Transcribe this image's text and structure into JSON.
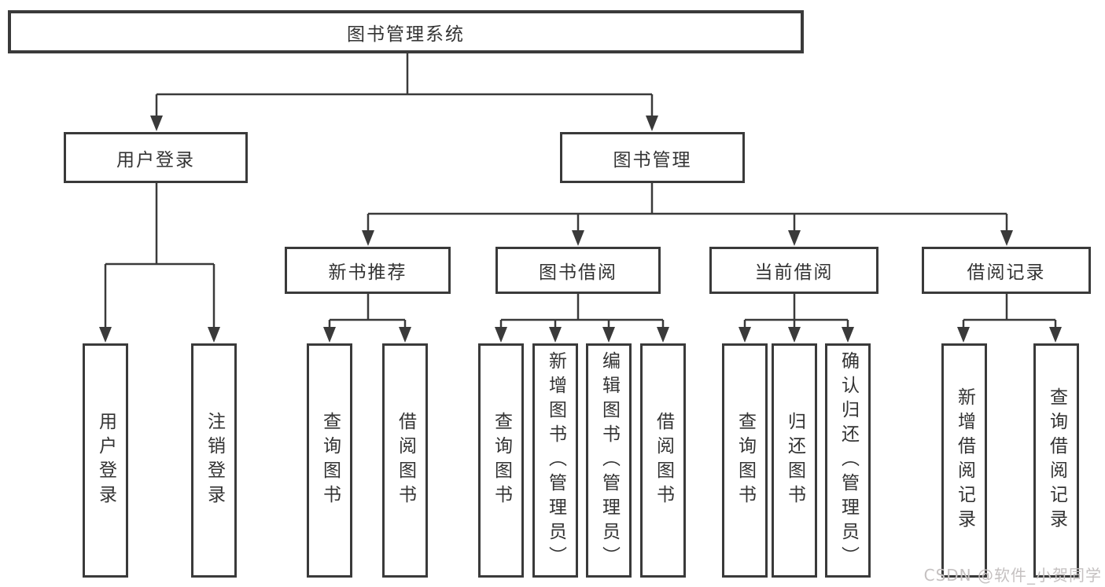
{
  "tree": {
    "root": {
      "label": "图书管理系统"
    },
    "branches": [
      {
        "label": "用户登录",
        "children": [
          {
            "label": "用户登录"
          },
          {
            "label": "注销登录"
          }
        ]
      },
      {
        "label": "图书管理",
        "groups": [
          {
            "label": "新书推荐",
            "children": [
              {
                "label": "查询图书"
              },
              {
                "label": "借阅图书"
              }
            ]
          },
          {
            "label": "图书借阅",
            "children": [
              {
                "label": "查询图书"
              },
              {
                "label": "新增图书（管理员）"
              },
              {
                "label": "编辑图书（管理员）"
              },
              {
                "label": "借阅图书"
              }
            ]
          },
          {
            "label": "当前借阅",
            "children": [
              {
                "label": "查询图书"
              },
              {
                "label": "归还图书"
              },
              {
                "label": "确认归还（管理员）"
              }
            ]
          },
          {
            "label": "借阅记录",
            "children": [
              {
                "label": "新增借阅记录"
              },
              {
                "label": "查询借阅记录"
              }
            ]
          }
        ]
      }
    ]
  },
  "watermark": {
    "text": "CSDN @软件_小贺同学"
  },
  "colors": {
    "line": "#3a3a3a",
    "box_border": "#3a3a3a",
    "text": "#333333",
    "watermark": "#c5c1c1",
    "background": "#ffffff"
  }
}
